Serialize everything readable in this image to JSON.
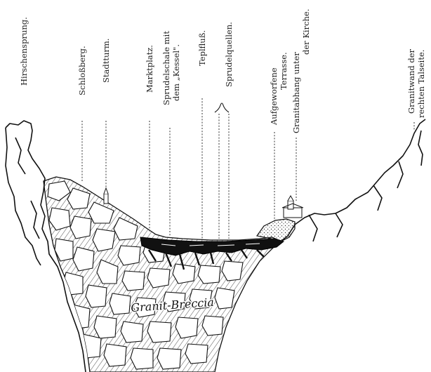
{
  "labels": {
    "hirschensprung": "Hirschensprung.",
    "schlossberg": "Schloßberg.",
    "stadtturm": "Stadtturm.",
    "marktplatz": "Marktplatz.",
    "sprudelschale_1": "Sprudelschale mit",
    "sprudelschale_2": "dem „Kessel\".",
    "teplfluss": "Teplfluß.",
    "sprudelquellen": "Sprudelquellen.",
    "terrasse_1": "Aufgeworfene",
    "terrasse_2": "Terrasse.",
    "granitabhang_1": "Granitabhang unter",
    "granitabhang_2": "der Kirche.",
    "granitwand_1": "Granitwand der",
    "granitwand_2": "rechten Talseite.",
    "breccia": "Granit-Breccia"
  }
}
